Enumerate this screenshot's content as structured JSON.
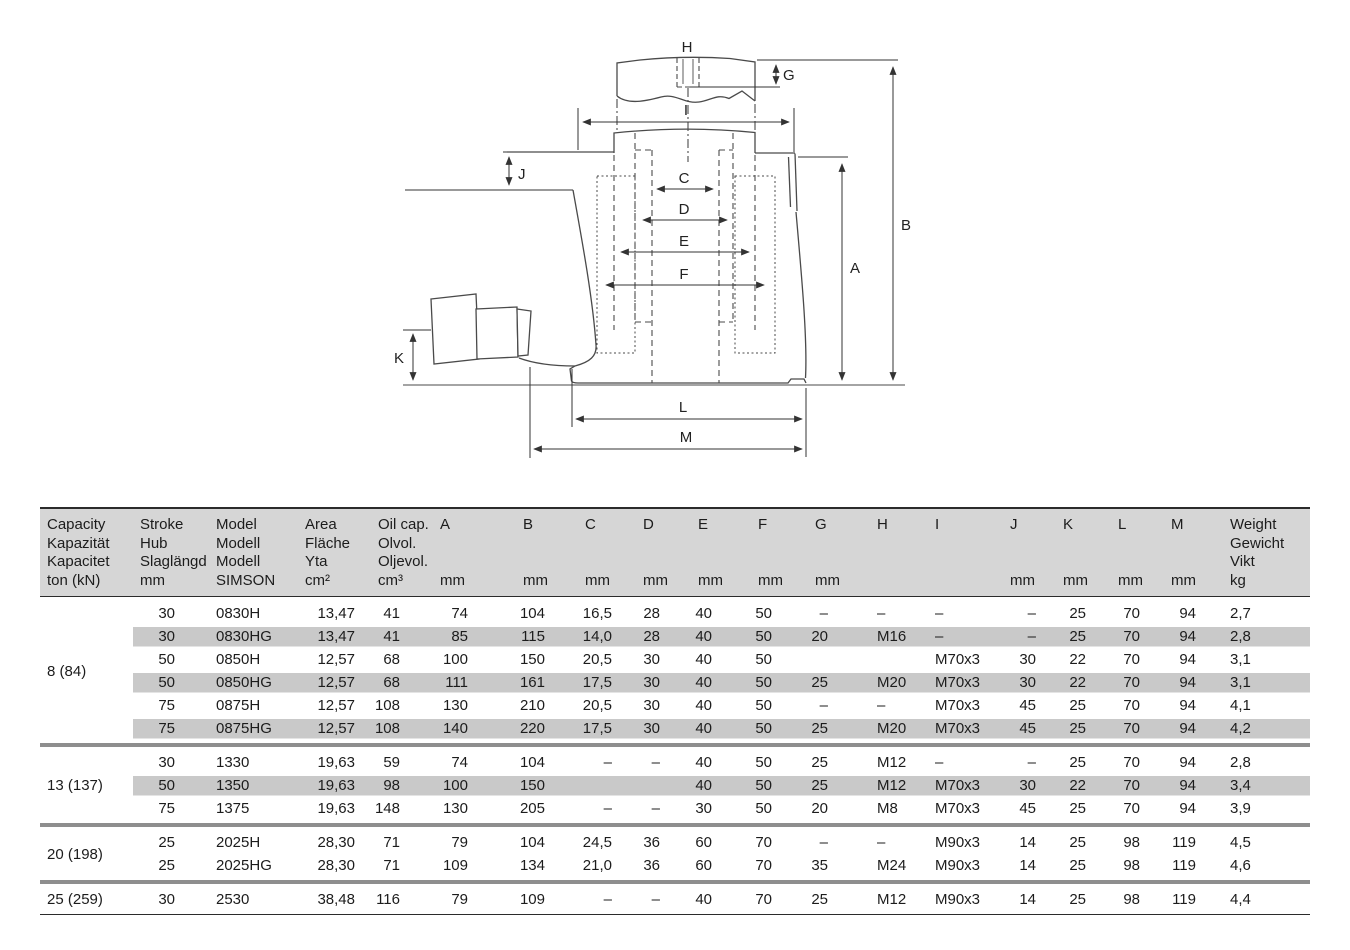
{
  "colors": {
    "header_bg": "#d6d6d6",
    "row_shade": "#c9c9c9",
    "separator": "#8e8e8e",
    "border": "#2b2b2b",
    "line": "#4a4a4a"
  },
  "diagram": {
    "labels": {
      "A": "A",
      "B": "B",
      "C": "C",
      "D": "D",
      "E": "E",
      "F": "F",
      "G": "G",
      "H": "H",
      "I": "I",
      "J": "J",
      "K": "K",
      "L": "L",
      "M": "M"
    }
  },
  "table": {
    "header": {
      "columns": [
        {
          "lines": [
            "Capacity",
            "Kapazität",
            "Kapacitet",
            "ton (kN)"
          ]
        },
        {
          "lines": [
            "Stroke",
            "Hub",
            "Slaglängd",
            "mm"
          ]
        },
        {
          "lines": [
            "Model",
            "Modell",
            "Modell",
            "SIMSON"
          ]
        },
        {
          "lines": [
            "Area",
            "Fläche",
            "Yta",
            "cm²"
          ]
        },
        {
          "lines": [
            "Oil cap.",
            "Olvol.",
            "Oljevol.",
            "cm³"
          ]
        },
        {
          "lines": [
            "A",
            "",
            "",
            "mm"
          ]
        },
        {
          "lines": [
            "B",
            "",
            "",
            "mm"
          ]
        },
        {
          "lines": [
            "C",
            "",
            "",
            "mm"
          ]
        },
        {
          "lines": [
            "D",
            "",
            "",
            "mm"
          ]
        },
        {
          "lines": [
            "E",
            "",
            "",
            "mm"
          ]
        },
        {
          "lines": [
            "F",
            "",
            "",
            "mm"
          ]
        },
        {
          "lines": [
            "G",
            "",
            "",
            "mm"
          ]
        },
        {
          "lines": [
            "H",
            "",
            "",
            ""
          ]
        },
        {
          "lines": [
            "I",
            "",
            "",
            ""
          ]
        },
        {
          "lines": [
            "J",
            "",
            "",
            "mm"
          ]
        },
        {
          "lines": [
            "K",
            "",
            "",
            "mm"
          ]
        },
        {
          "lines": [
            "L",
            "",
            "",
            "mm"
          ]
        },
        {
          "lines": [
            "M",
            "",
            "",
            "mm"
          ]
        },
        {
          "lines": [
            "Weight",
            "Gewicht",
            "Vikt",
            "kg"
          ]
        }
      ]
    },
    "groups": [
      {
        "capacity": "8 (84)",
        "rows": [
          {
            "shaded": false,
            "cells": [
              "30",
              "0830H",
              "13,47",
              "41",
              "74",
              "104",
              "16,5",
              "28",
              "40",
              "50",
              "–",
              "–",
              "–",
              "–",
              "25",
              "70",
              "94",
              "2,7"
            ]
          },
          {
            "shaded": true,
            "cells": [
              "30",
              "0830HG",
              "13,47",
              "41",
              "85",
              "115",
              "14,0",
              "28",
              "40",
              "50",
              "20",
              "M16",
              "–",
              "–",
              "25",
              "70",
              "94",
              "2,8"
            ]
          },
          {
            "shaded": false,
            "cells": [
              "50",
              "0850H",
              "12,57",
              "68",
              "100",
              "150",
              "20,5",
              "30",
              "40",
              "50",
              "",
              "",
              "M70x3",
              "30",
              "22",
              "70",
              "94",
              "3,1"
            ]
          },
          {
            "shaded": true,
            "cells": [
              "50",
              "0850HG",
              "12,57",
              "68",
              "111",
              "161",
              "17,5",
              "30",
              "40",
              "50",
              "25",
              "M20",
              "M70x3",
              "30",
              "22",
              "70",
              "94",
              "3,1"
            ]
          },
          {
            "shaded": false,
            "cells": [
              "75",
              "0875H",
              "12,57",
              "108",
              "130",
              "210",
              "20,5",
              "30",
              "40",
              "50",
              "–",
              "–",
              "M70x3",
              "45",
              "25",
              "70",
              "94",
              "4,1"
            ]
          },
          {
            "shaded": true,
            "cells": [
              "75",
              "0875HG",
              "12,57",
              "108",
              "140",
              "220",
              "17,5",
              "30",
              "40",
              "50",
              "25",
              "M20",
              "M70x3",
              "45",
              "25",
              "70",
              "94",
              "4,2"
            ]
          }
        ]
      },
      {
        "capacity": "13 (137)",
        "rows": [
          {
            "shaded": false,
            "cells": [
              "30",
              "1330",
              "19,63",
              "59",
              "74",
              "104",
              "–",
              "–",
              "40",
              "50",
              "25",
              "M12",
              "–",
              "–",
              "25",
              "70",
              "94",
              "2,8"
            ]
          },
          {
            "shaded": true,
            "cells": [
              "50",
              "1350",
              "19,63",
              "98",
              "100",
              "150",
              "",
              "",
              "40",
              "50",
              "25",
              "M12",
              "M70x3",
              "30",
              "22",
              "70",
              "94",
              "3,4"
            ]
          },
          {
            "shaded": false,
            "cells": [
              "75",
              "1375",
              "19,63",
              "148",
              "130",
              "205",
              "–",
              "–",
              "30",
              "50",
              "20",
              "M8",
              "M70x3",
              "45",
              "25",
              "70",
              "94",
              "3,9"
            ]
          }
        ]
      },
      {
        "capacity": "20 (198)",
        "rows": [
          {
            "shaded": false,
            "cells": [
              "25",
              "2025H",
              "28,30",
              "71",
              "79",
              "104",
              "24,5",
              "36",
              "60",
              "70",
              "–",
              "–",
              "M90x3",
              "14",
              "25",
              "98",
              "119",
              "4,5"
            ]
          },
          {
            "shaded": false,
            "cells": [
              "25",
              "2025HG",
              "28,30",
              "71",
              "109",
              "134",
              "21,0",
              "36",
              "60",
              "70",
              "35",
              "M24",
              "M90x3",
              "14",
              "25",
              "98",
              "119",
              "4,6"
            ]
          }
        ]
      },
      {
        "capacity": "25 (259)",
        "rows": [
          {
            "shaded": false,
            "cells": [
              "30",
              "2530",
              "38,48",
              "116",
              "79",
              "109",
              "–",
              "–",
              "40",
              "70",
              "25",
              "M12",
              "M90x3",
              "14",
              "25",
              "98",
              "119",
              "4,4"
            ]
          }
        ]
      }
    ]
  }
}
